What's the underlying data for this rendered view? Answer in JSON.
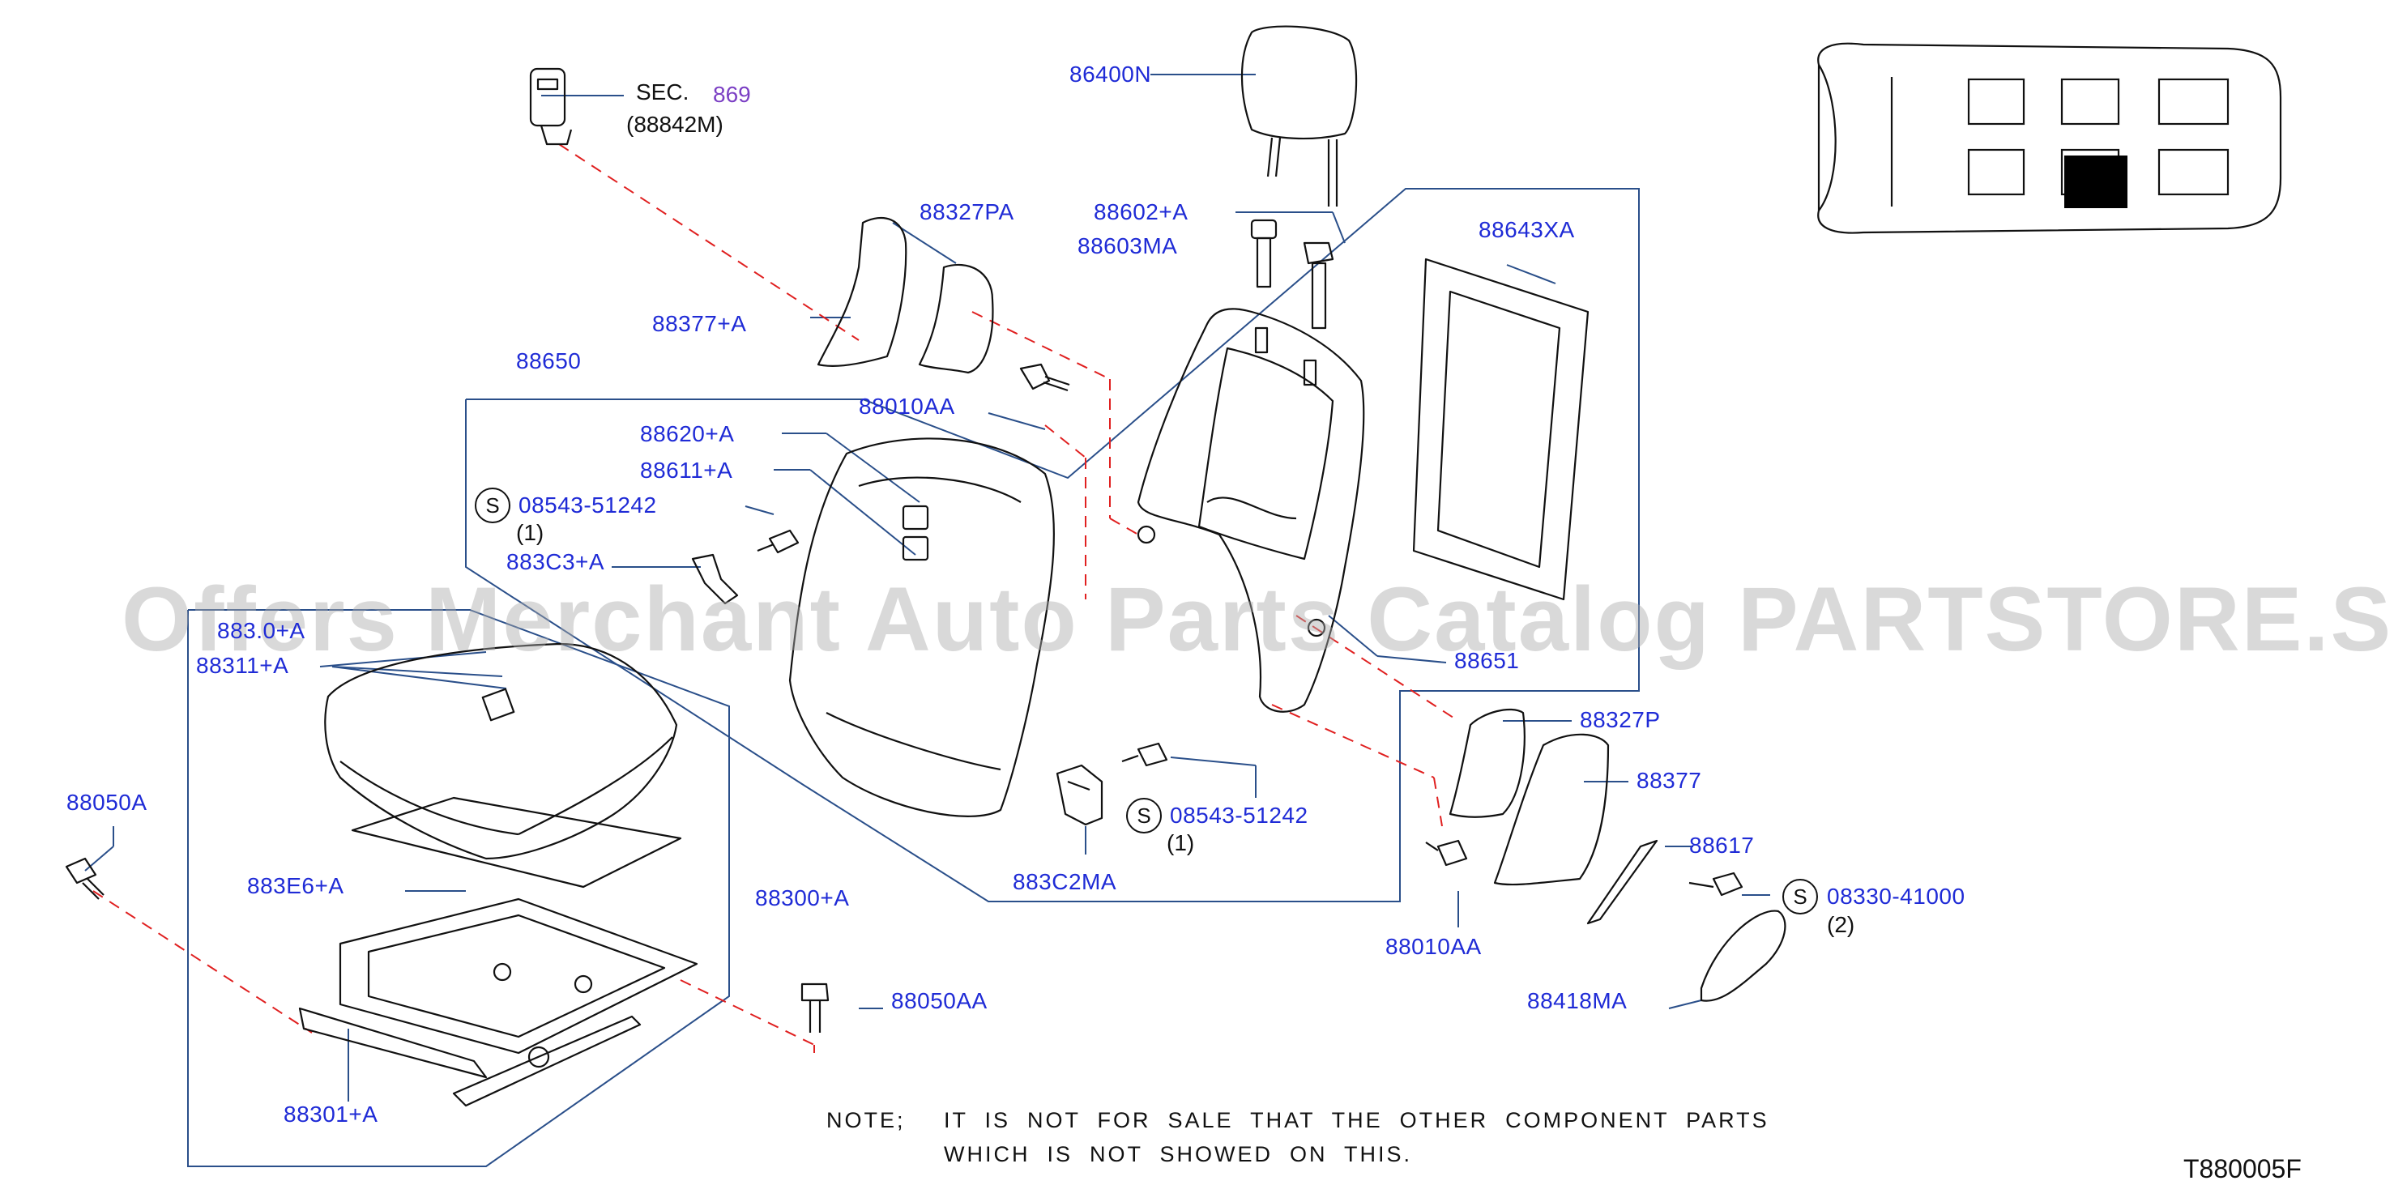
{
  "callouts": {
    "sec_prefix": "SEC.",
    "sec_number": "869",
    "sec_sub": "(88842M)",
    "p86400N": "86400N",
    "p88602A": "88602+A",
    "p88603MA": "88603MA",
    "p88643XA": "88643XA",
    "p88327PA": "88327PA",
    "p88377A": "88377+A",
    "p88650": "88650",
    "p88010AA_top": "88010AA",
    "p88620A": "88620+A",
    "p88611A": "88611+A",
    "screw1_code": "08543-51242",
    "screw1_qty": "(1)",
    "p883C3A": "883C3+A",
    "p883x0A": "883.0+A",
    "p88311A": "88311+A",
    "p88651": "88651",
    "p88327P": "88327P",
    "p88377": "88377",
    "p88617": "88617",
    "screw2_code": "08543-51242",
    "screw2_qty": "(1)",
    "p883C2MA": "883C2MA",
    "screw3_code": "08330-41000",
    "screw3_qty": "(2)",
    "p88010AA_bottom": "88010AA",
    "p88418MA": "88418MA",
    "p88050A": "88050A",
    "p883E6A": "883E6+A",
    "p88300A": "88300+A",
    "p88050AA": "88050AA",
    "p88301A": "88301+A",
    "s_symbol": "S"
  },
  "note": {
    "label": "NOTE;",
    "line1": "IT  IS  NOT  FOR  SALE  THAT  THE  OTHER  COMPONENT  PARTS",
    "line2": "WHICH  IS  NOT  SHOWED  ON  THIS."
  },
  "diagram_code": "T880005F",
  "watermark": "Offers Merchant Auto Parts Catalog PARTSTORE.SA",
  "colors": {
    "callout_text": "#1f2bd6",
    "leader_line": "#2a4f8a",
    "dash_line": "#e02020",
    "part_outline": "#111111",
    "sec_number": "#7b3fc4",
    "highlight_seat": "#000000"
  }
}
